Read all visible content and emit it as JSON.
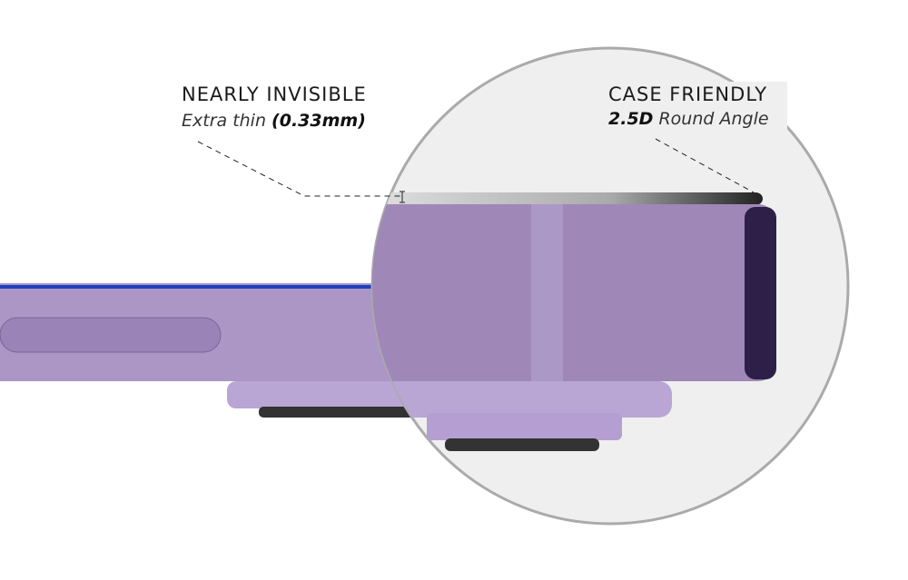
{
  "callouts": [
    {
      "title": "NEARLY INVISIBLE",
      "sub_prefix": "Extra thin ",
      "sub_bold": "(0.33mm)"
    },
    {
      "title": "CASE FRIENDLY",
      "sub_bold": "2.5D",
      "sub_suffix": " Round Angle"
    }
  ],
  "colors": {
    "phone": "#a08ab8",
    "phone_dark": "#2e1f48",
    "accent_line": "#1f3fbf",
    "lens_bg": "#efefef"
  }
}
